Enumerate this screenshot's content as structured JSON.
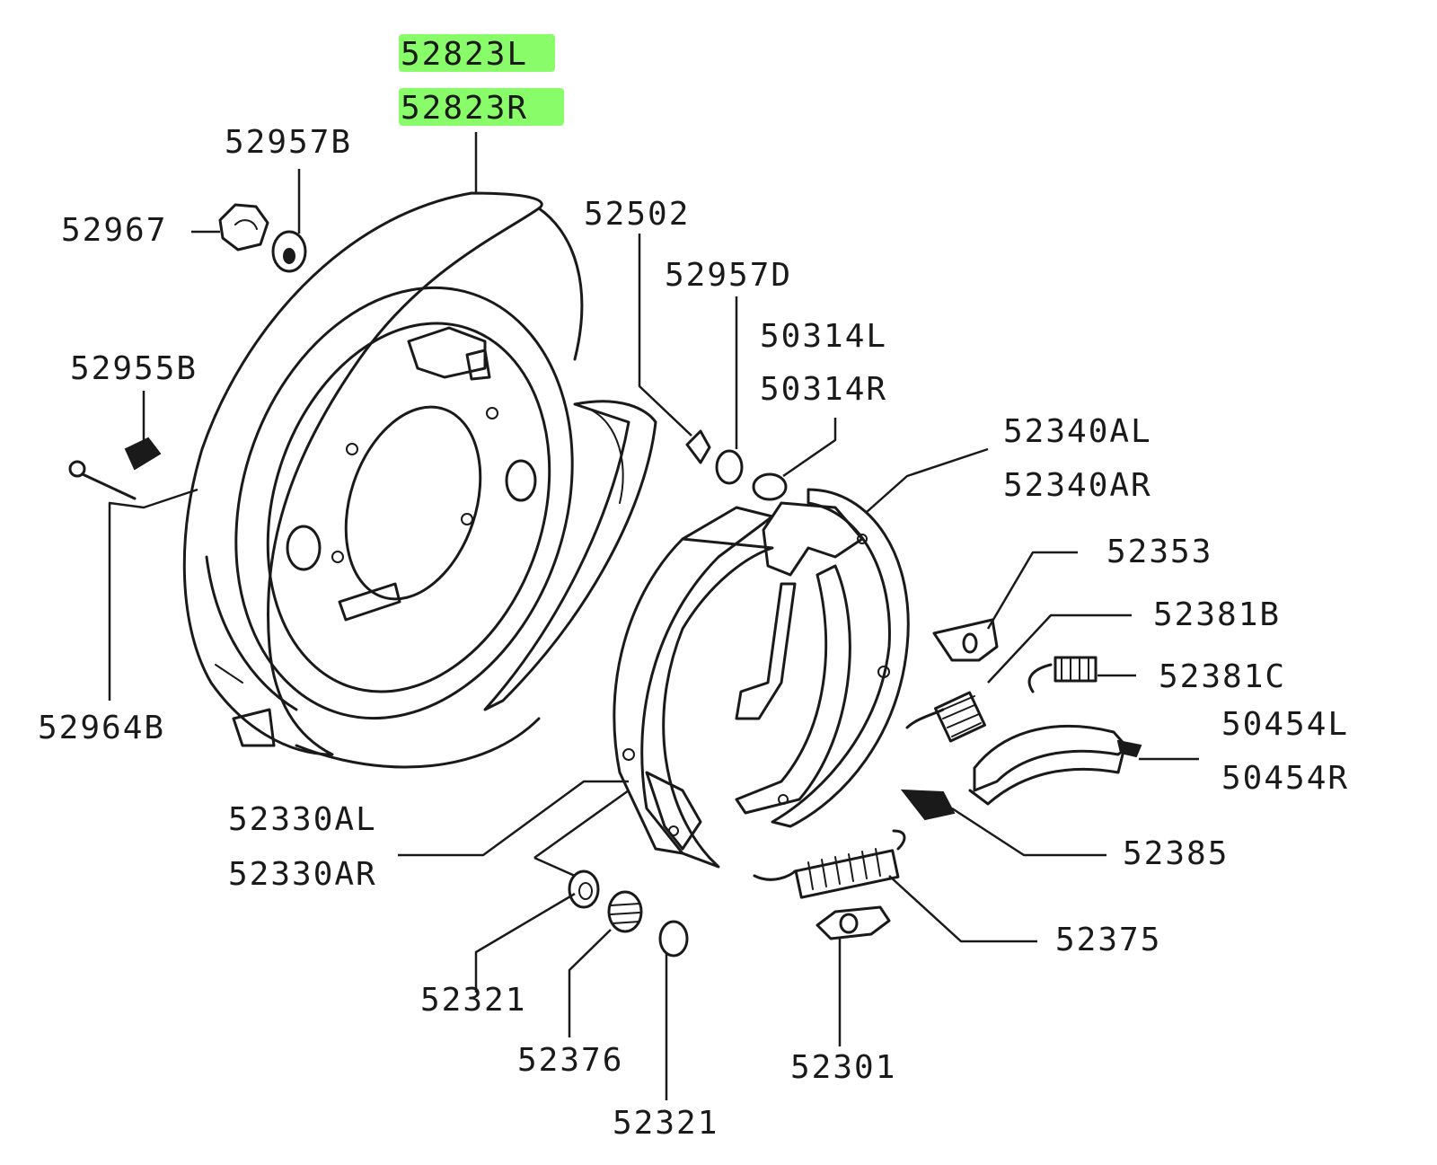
{
  "diagram": {
    "highlight_color": "#7CFC5A",
    "labels": {
      "p52823L": "52823L",
      "p52823R": "52823R",
      "p52957B": "52957B",
      "p52967": "52967",
      "p52502": "52502",
      "p52957D": "52957D",
      "p50314L": "50314L",
      "p50314R": "50314R",
      "p52955B": "52955B",
      "p52340AL": "52340AL",
      "p52340AR": "52340AR",
      "p52353": "52353",
      "p52381B": "52381B",
      "p52381C": "52381C",
      "p52964B": "52964B",
      "p50454L": "50454L",
      "p50454R": "50454R",
      "p52330AL": "52330AL",
      "p52330AR": "52330AR",
      "p52385": "52385",
      "p52375": "52375",
      "p52321a": "52321",
      "p52376": "52376",
      "p52301": "52301",
      "p52321b": "52321"
    }
  }
}
